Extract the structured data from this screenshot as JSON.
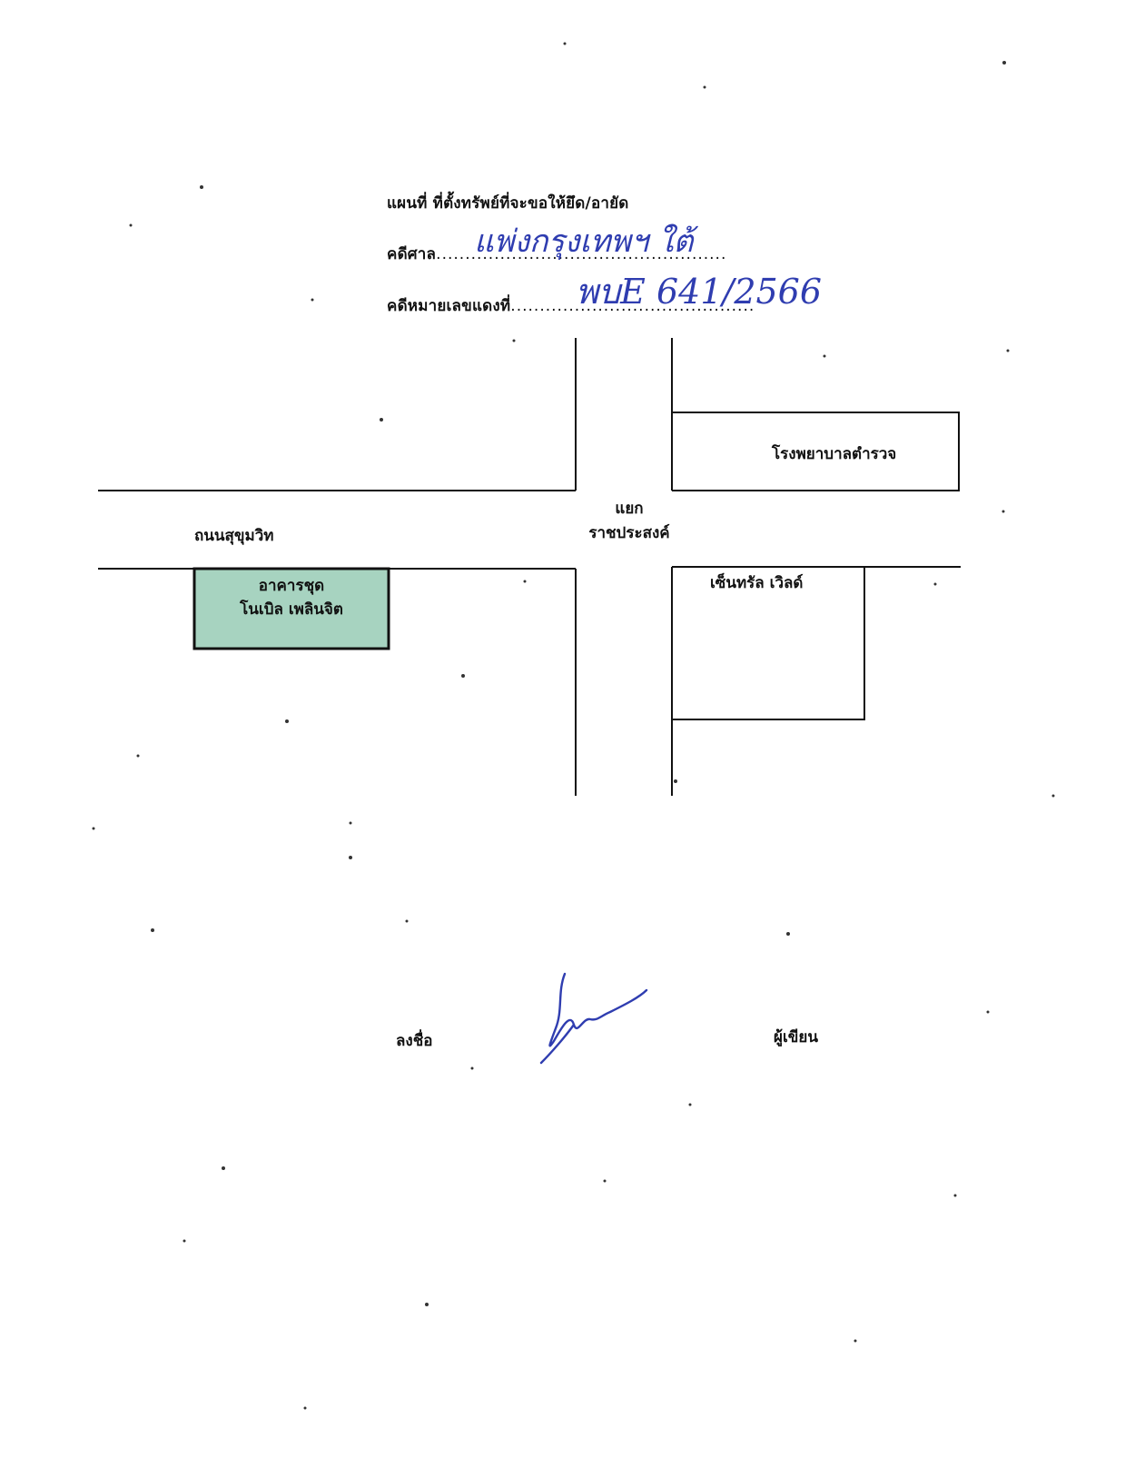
{
  "header": {
    "title": "แผนที่ ที่ตั้งทรัพย์ที่จะขอให้ยึด/อายัด",
    "court_label": "คดีศาล",
    "court_value": "แพ่งกรุงเทพฯ ใต้",
    "case_label": "คดีหมายเลขแดงที่",
    "case_value": "พบE 641/2566"
  },
  "map": {
    "road_label": "ถนนสุขุมวิท",
    "intersection_line1": "แยก",
    "intersection_line2": "ราชประสงค์",
    "hospital_label": "โรงพยาบาลตำรวจ",
    "mall_label": "เซ็นทรัล เวิลด์",
    "building_line1": "อาคารชุด",
    "building_line2": "โนเบิล เพลินจิต",
    "building_fill": "#a7d3c0"
  },
  "footer": {
    "sign_label": "ลงชื่อ",
    "writer_label": "ผู้เขียน"
  },
  "colors": {
    "ink": "#2f3db0",
    "line": "#111111"
  }
}
